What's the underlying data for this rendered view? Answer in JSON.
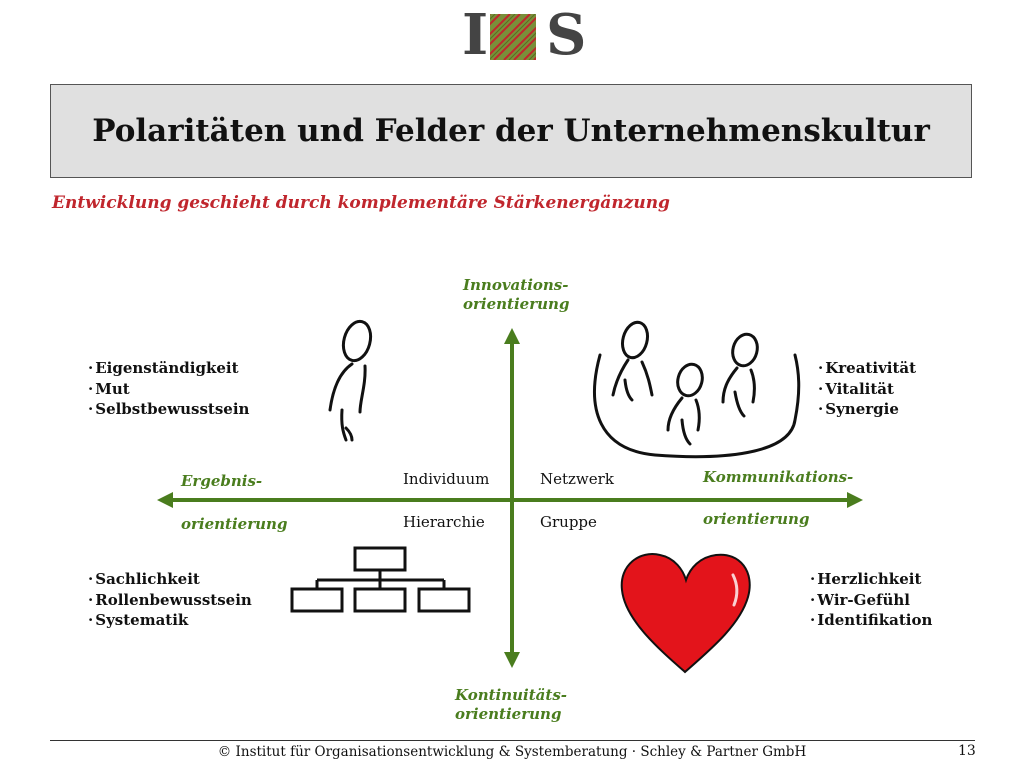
{
  "logo": {
    "left_letter": "I",
    "right_letter": "S"
  },
  "title": "Polaritäten und Felder der Unternehmenskultur",
  "subtitle": "Entwicklung geschieht durch komplementäre Stärkenergänzung",
  "axes": {
    "top": [
      "Innovations-",
      "orientierung"
    ],
    "bottom": [
      "Kontinuitäts-",
      "orientierung"
    ],
    "left": [
      "Ergebnis-",
      "orientierung"
    ],
    "right": [
      "Kommunikations-",
      "orientierung"
    ]
  },
  "quadrant_words": {
    "top_left": "Individuum",
    "top_right": "Netzwerk",
    "bottom_left": "Hierarchie",
    "bottom_right": "Gruppe"
  },
  "lists": {
    "top_left": [
      "Eigenständigkeit",
      "Mut",
      "Selbstbewusstsein"
    ],
    "top_right": [
      "Kreativität",
      "Vitalität",
      "Synergie"
    ],
    "bottom_left": [
      "Sachlichkeit",
      "Rollenbewusstsein",
      "Systematik"
    ],
    "bottom_right": [
      "Herzlichkeit",
      "Wir-Gefühl",
      "Identifikation"
    ]
  },
  "icons": [
    "single-person-icon",
    "group-of-people-icon",
    "org-chart-icon",
    "heart-icon"
  ],
  "colors": {
    "axis_green": "#4a7d1e",
    "subtitle_red": "#c0262d",
    "heart_red": "#e3141b",
    "title_bg": "#e0e0e0"
  },
  "footer": "© Institut für Organisationsentwicklung & Systemberatung · Schley & Partner GmbH",
  "page_number": "13"
}
